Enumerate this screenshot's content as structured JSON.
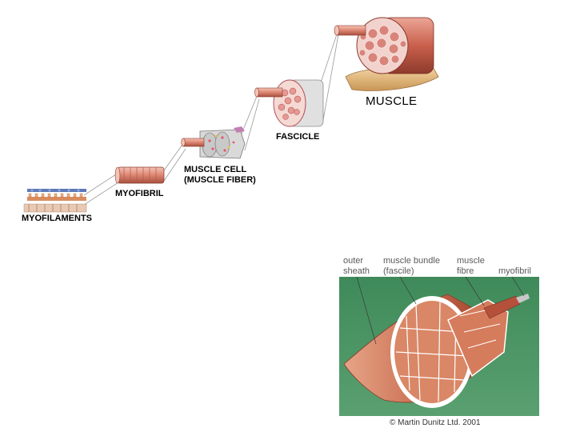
{
  "hierarchy": {
    "muscle": "MUSCLE",
    "fascicle": "FASCICLE",
    "muscle_cell": [
      "MUSCLE CELL",
      "(MUSCLE FIBER)"
    ],
    "myofibril": "MYOFIBRIL",
    "myofilaments": "MYOFILAMENTS"
  },
  "inset": {
    "labels": {
      "outer_sheath": [
        "outer",
        "sheath"
      ],
      "muscle_bundle": [
        "muscle bundle",
        "(fascile)"
      ],
      "muscle_fibre": [
        "muscle",
        "fibre"
      ],
      "myofibril": "myofibril"
    },
    "copyright": "© Martin Dunitz Ltd. 2001",
    "colors": {
      "background": "#4f9566",
      "muscle": "#c97457",
      "sheath": "#ffffff"
    }
  }
}
